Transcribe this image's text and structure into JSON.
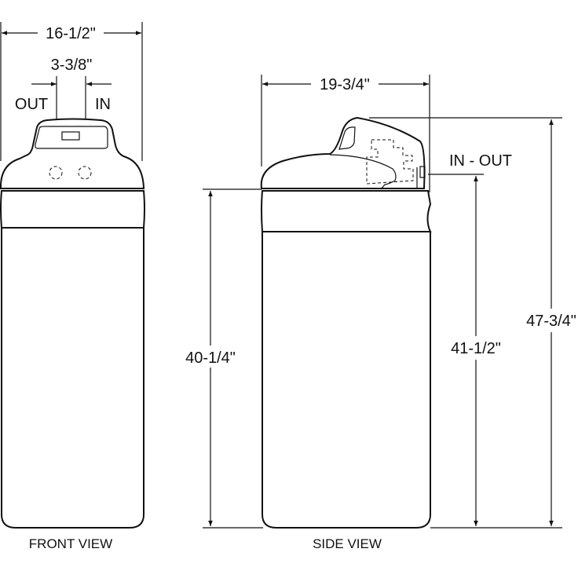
{
  "front_view": {
    "label": "FRONT VIEW",
    "width_dim": "16-1/2\"",
    "port_spacing_dim": "3-3/8\"",
    "out_label": "OUT",
    "in_label": "IN"
  },
  "side_view": {
    "label": "SIDE VIEW",
    "depth_dim": "19-3/4\"",
    "ports_label": "IN - OUT",
    "tank_height_dim": "40-1/4\"",
    "port_height_dim": "41-1/2\"",
    "overall_height_dim": "47-3/4\""
  }
}
